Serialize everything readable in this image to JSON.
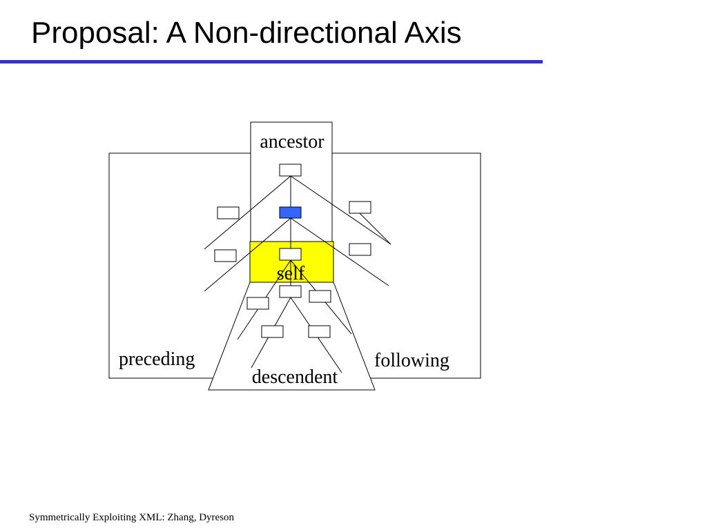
{
  "slide": {
    "title": "Proposal: A Non-directional Axis",
    "footer": "Symmetrically Exploiting XML: Zhang, Dyreson"
  },
  "diagram": {
    "regions": {
      "ancestor": "ancestor",
      "self": "self",
      "preceding": "preceding",
      "following": "following",
      "descendent": "descendent"
    },
    "colors": {
      "title_rule": "#3333cc",
      "self_region": "#ffff00",
      "self_node": "#3366ff",
      "node_fill": "#ffffff",
      "stroke": "#000000"
    }
  }
}
